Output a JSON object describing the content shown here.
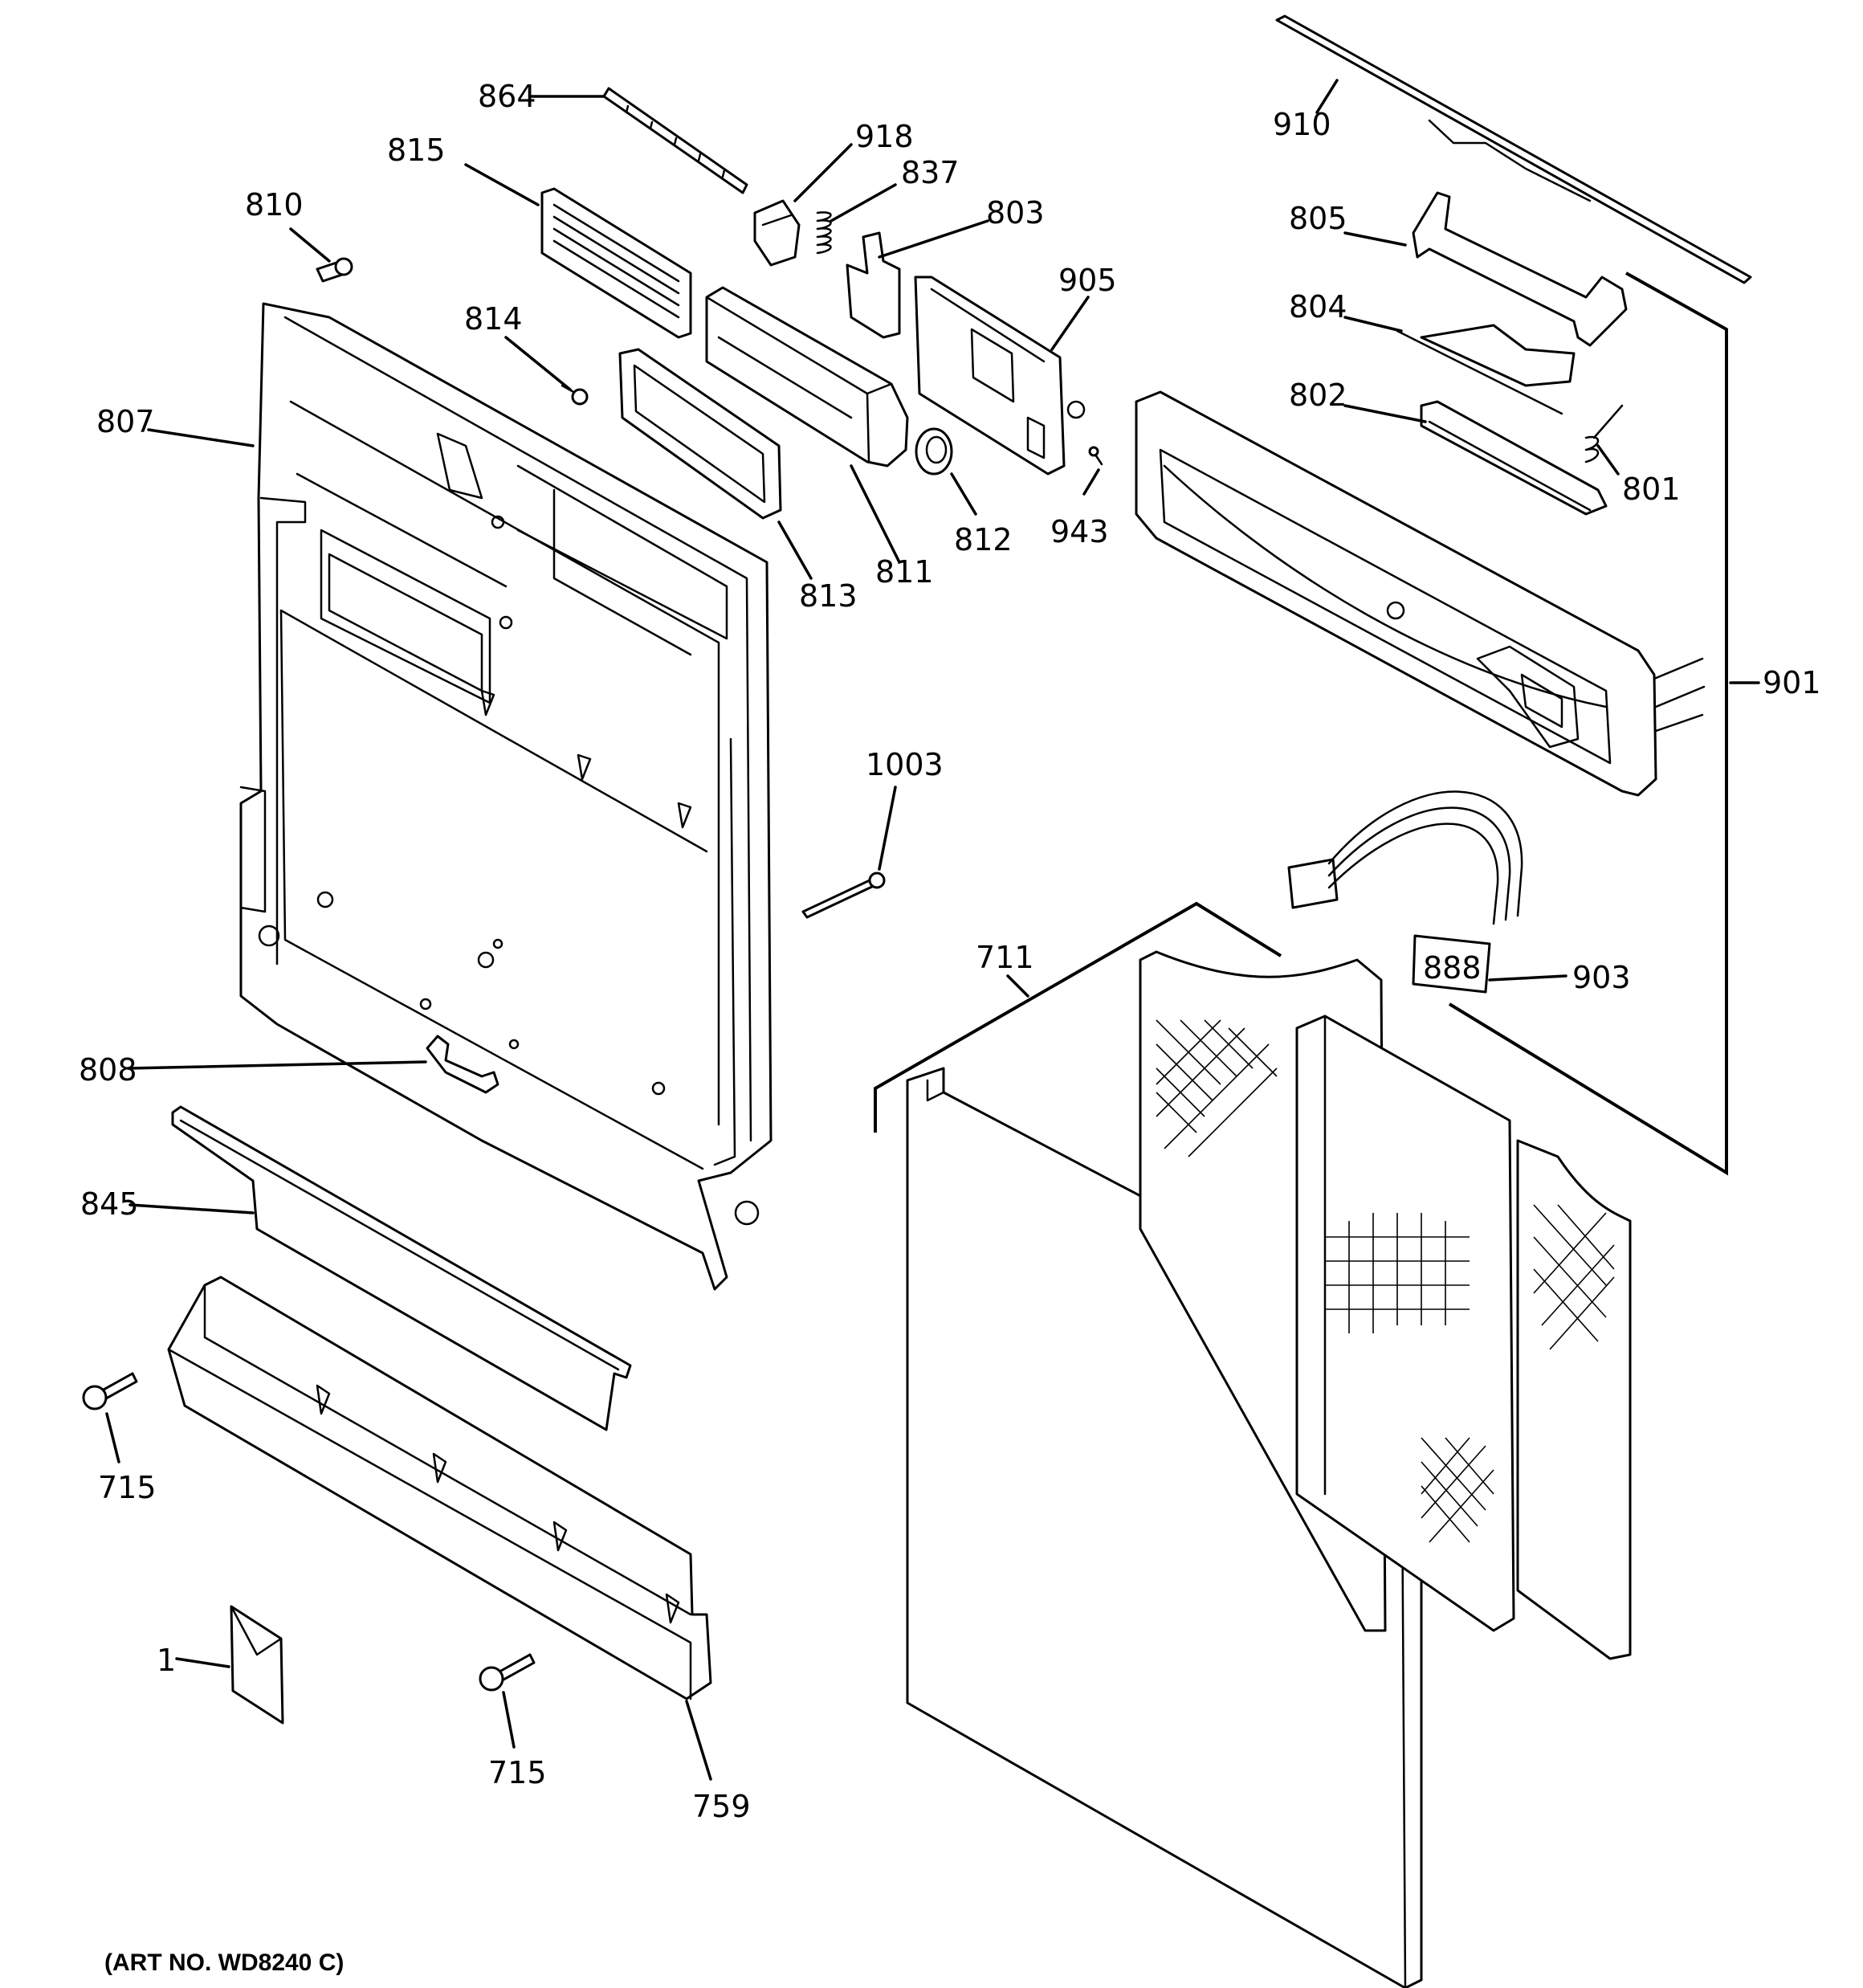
{
  "diagram": {
    "art_number": "(ART NO. WD8240 C)",
    "callouts": {
      "c864": "864",
      "c918": "918",
      "c837": "837",
      "c815": "815",
      "c810": "810",
      "c803": "803",
      "c905": "905",
      "c814": "814",
      "c807": "807",
      "c811": "811",
      "c812": "812",
      "c813": "813",
      "c943": "943",
      "c910": "910",
      "c805": "805",
      "c804": "804",
      "c802": "802",
      "c801": "801",
      "c901": "901",
      "c1003": "1003",
      "c711": "711",
      "c903": "903",
      "c808": "808",
      "c845": "845",
      "c715a": "715",
      "c715b": "715",
      "c1": "1",
      "c759": "759"
    }
  }
}
